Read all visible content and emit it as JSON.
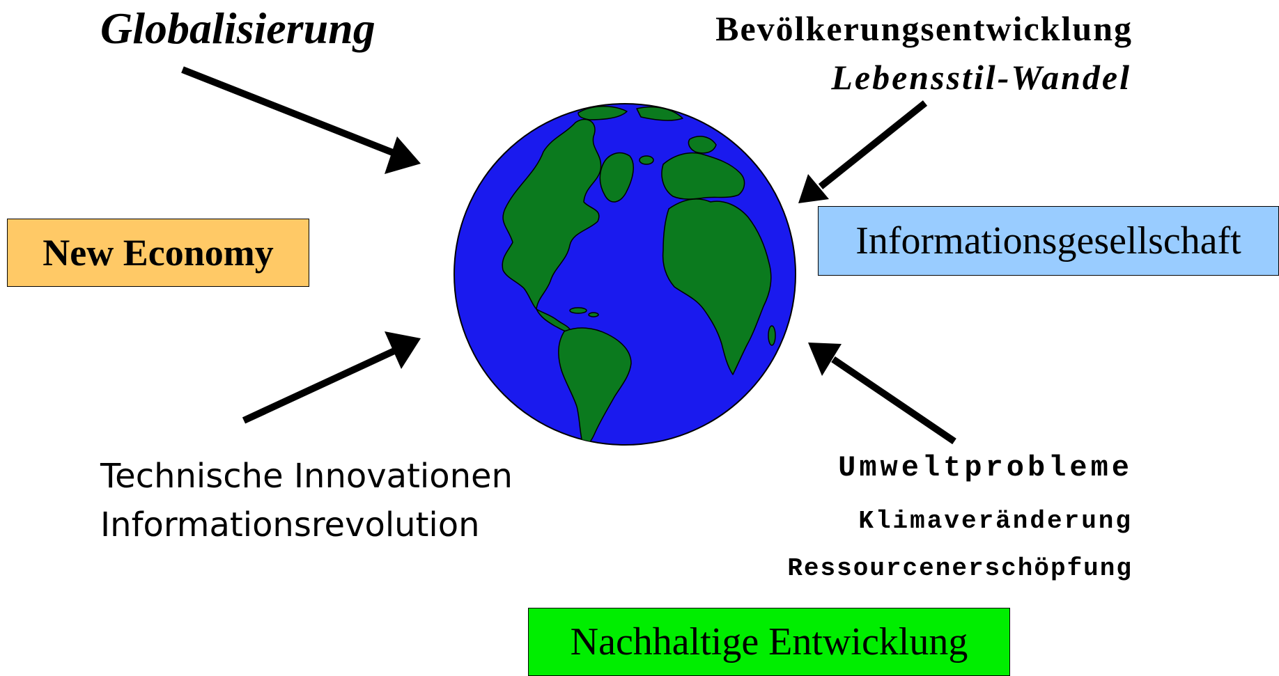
{
  "labels": {
    "globalisierung": "Globalisierung",
    "bevoelkerung": "Bevölkerungsentwicklung",
    "lebensstil": "Lebensstil-Wandel",
    "new_economy": "New Economy",
    "informationsgesellschaft": "Informationsgesellschaft",
    "technische_innovationen": "Technische Innovationen",
    "informationsrevolution": "Informationsrevolution",
    "umweltprobleme": "Umweltprobleme",
    "klimaveraenderung": "Klimaveränderung",
    "ressourcenerschoepfung": "Ressourcenerschöpfung",
    "nachhaltige_entwicklung": "Nachhaltige Entwicklung"
  },
  "colors": {
    "new_economy_box": "#ffc966",
    "informationsgesellschaft_box": "#99ccff",
    "nachhaltige_entwicklung_box": "#00ee00",
    "globe_ocean": "#1a1aee",
    "globe_land": "#0b7a1e",
    "arrow": "#000000"
  },
  "globe": {
    "icon": "globe-americas-icon"
  }
}
